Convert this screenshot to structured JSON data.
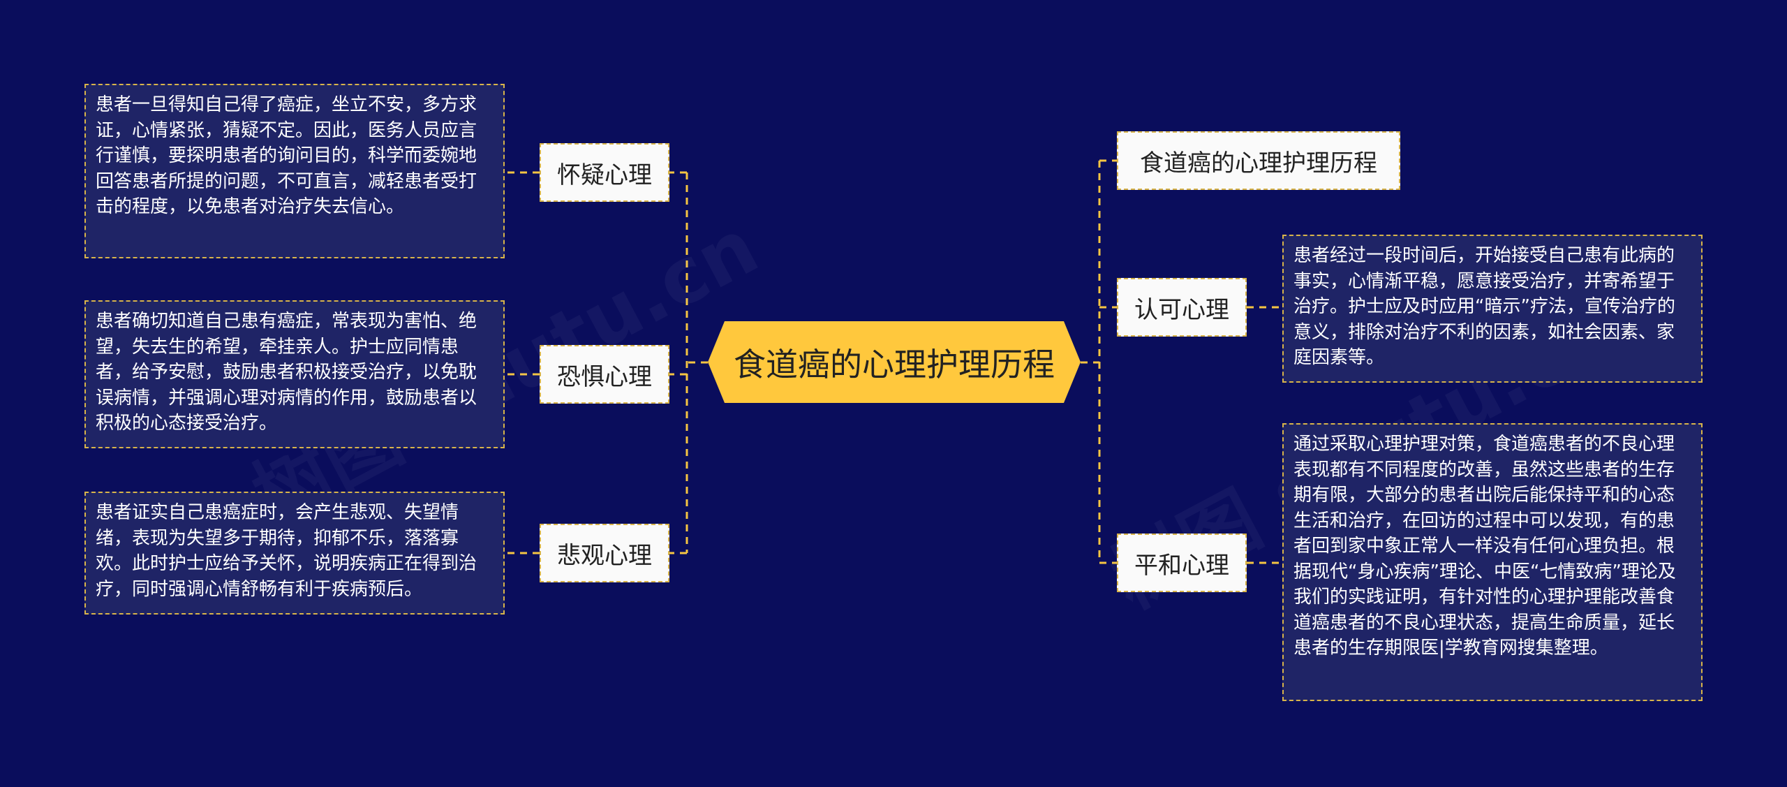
{
  "watermark": "树图 shutu.cn",
  "colors": {
    "background": "#0a0d5c",
    "root_fill": "#ffc83d",
    "connector": "#f5c542",
    "note_fill": "#1f2466",
    "topic_fill": "#fafafa"
  },
  "root": {
    "label": "食道癌的心理护理历程"
  },
  "left_branches": [
    {
      "label": "怀疑心理",
      "note": "患者一旦得知自己得了癌症，坐立不安，多方求证，心情紧张，猜疑不定。因此，医务人员应言行谨慎，要探明患者的询问目的，科学而委婉地回答患者所提的问题，不可直言，减轻患者受打击的程度，以免患者对治疗失去信心。"
    },
    {
      "label": "恐惧心理",
      "note": "患者确切知道自己患有癌症，常表现为害怕、绝望，失去生的希望，牵挂亲人。护士应同情患者，给予安慰，鼓励患者积极接受治疗，以免耽误病情，并强调心理对病情的作用，鼓励患者以积极的心态接受治疗。"
    },
    {
      "label": "悲观心理",
      "note": "患者证实自己患癌症时，会产生悲观、失望情绪，表现为失望多于期待，抑郁不乐，落落寡欢。此时护士应给予关怀，说明疾病正在得到治疗，同时强调心情舒畅有利于疾病预后。"
    }
  ],
  "right_branches": [
    {
      "label": "食道癌的心理护理历程"
    },
    {
      "label": "认可心理",
      "note": "患者经过一段时间后，开始接受自己患有此病的事实，心情渐平稳，愿意接受治疗，并寄希望于治疗。护士应及时应用“暗示”疗法，宣传治疗的意义，排除对治疗不利的因素，如社会因素、家庭因素等。"
    },
    {
      "label": "平和心理",
      "note": "通过采取心理护理对策，食道癌患者的不良心理表现都有不同程度的改善，虽然这些患者的生存期有限，大部分的患者出院后能保持平和的心态生活和治疗，在回访的过程中可以发现，有的患者回到家中象正常人一样没有任何心理负担。根据现代“身心疾病”理论、中医“七情致病”理论及我们的实践证明，有针对性的心理护理能改善食道癌患者的不良心理状态，提高生命质量，延长患者的生存期限医|学教育网搜集整理。"
    }
  ]
}
